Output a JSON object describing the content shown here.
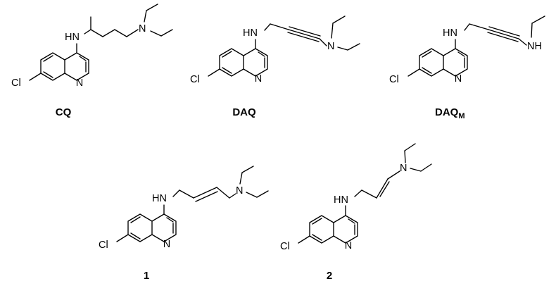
{
  "molecules": [
    {
      "id": "cq",
      "label": "CQ",
      "atoms": {
        "n_side": "N",
        "hn": "HN",
        "cl": "Cl",
        "n_ring": "N"
      }
    },
    {
      "id": "daq",
      "label": "DAQ",
      "atoms": {
        "n_side": "N",
        "hn": "HN",
        "cl": "Cl",
        "n_ring": "N"
      }
    },
    {
      "id": "daqm",
      "label": "DAQ",
      "label_sub": "M",
      "atoms": {
        "nh_side": "NH",
        "hn": "HN",
        "cl": "Cl",
        "n_ring": "N"
      }
    },
    {
      "id": "cmpd1",
      "label": "1",
      "atoms": {
        "n_side": "N",
        "hn": "HN",
        "cl": "Cl",
        "n_ring": "N"
      }
    },
    {
      "id": "cmpd2",
      "label": "2",
      "atoms": {
        "n_side": "N",
        "hn": "HN",
        "cl": "Cl",
        "n_ring": "N"
      }
    }
  ]
}
